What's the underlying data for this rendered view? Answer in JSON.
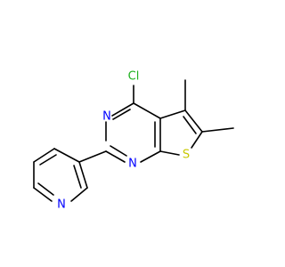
{
  "atoms": {
    "cl": {
      "label": "Cl",
      "color": "#1fb01f"
    },
    "n1": {
      "label": "N",
      "color": "#0000ff"
    },
    "n2": {
      "label": "N",
      "color": "#0000ff"
    },
    "s": {
      "label": "S",
      "color": "#c8c800"
    },
    "n_pyr": {
      "label": "N",
      "color": "#0000ff"
    }
  }
}
